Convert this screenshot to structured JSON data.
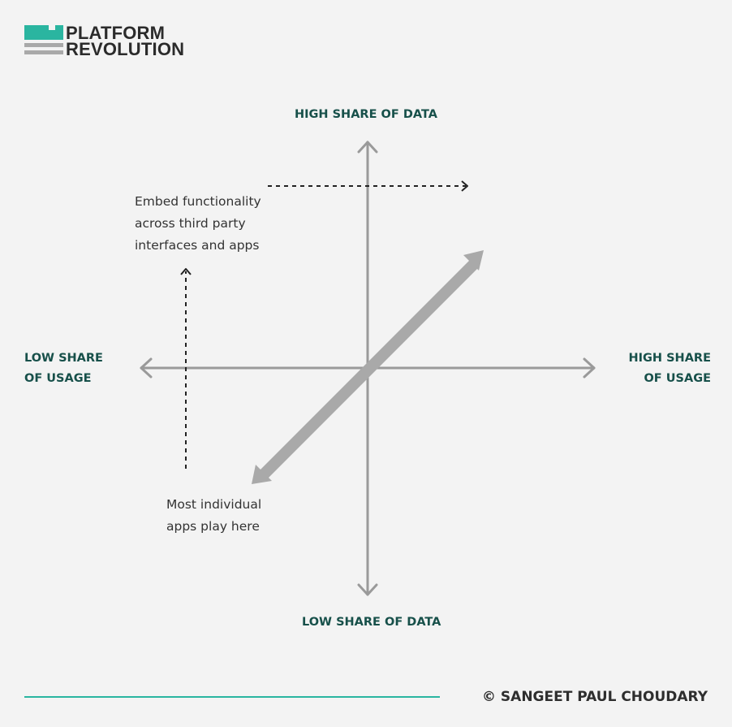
{
  "logo": {
    "line1": "PLATFORM",
    "line2": "REVOLUTION",
    "brand_color": "#2ab5a0"
  },
  "axes": {
    "top": "HIGH SHARE OF DATA",
    "bottom": "LOW SHARE OF DATA",
    "left_line1": "LOW SHARE",
    "left_line2": "OF USAGE",
    "right_line1": "HIGH SHARE",
    "right_line2": "OF USAGE"
  },
  "notes": {
    "embed": [
      "Embed functionality",
      "across third party",
      "interfaces and apps"
    ],
    "individual": [
      "Most individual",
      "apps play here"
    ]
  },
  "footer": {
    "copyright": "© SANGEET PAUL CHOUDARY"
  },
  "colors": {
    "axis": "#9a9a9a",
    "label": "#17504a",
    "accent_line": "#2ab5a0",
    "background": "#f3f3f3"
  }
}
